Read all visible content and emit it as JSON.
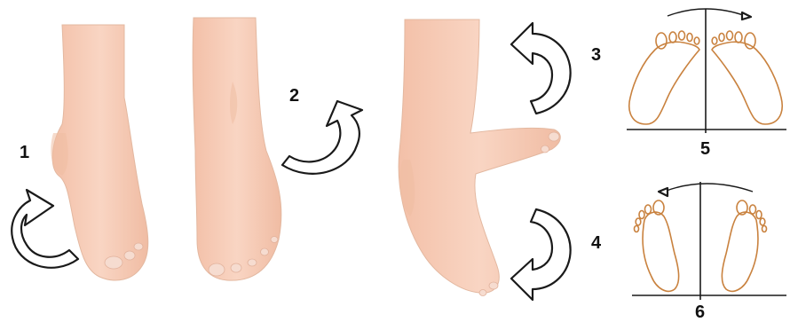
{
  "figure": {
    "labels": {
      "l1": "1",
      "l2": "2",
      "l3": "3",
      "l4": "4",
      "l5": "5",
      "l6": "6"
    },
    "colors": {
      "skin": "#f6c9b3",
      "skin_shadow": "#eab39a",
      "sole_outline": "#c9823f",
      "arrow_stroke": "#1a1a1a",
      "background": "#ffffff"
    },
    "icons": {
      "rotation_arrow": "curved-arrow-icon",
      "sole_pair": "foot-sole-outline-icon"
    }
  }
}
